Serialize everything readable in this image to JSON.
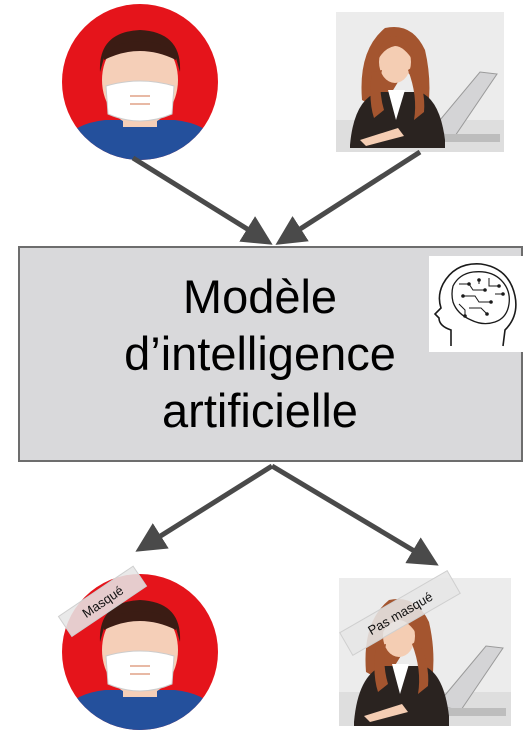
{
  "model": {
    "line1": "Modèle",
    "line2": "d’intelligence",
    "line3": "artificielle"
  },
  "outputs": {
    "masked_label": "Masqué",
    "unmasked_label": "Pas masqué"
  },
  "colors": {
    "box_fill": "#d9d9db",
    "box_border": "#6d6d6d",
    "arrow": "#4a4a4a",
    "avatar_circle": "#e5141b",
    "shirt": "#24509c",
    "skin": "#f5cfb8",
    "hair": "#3b1c14",
    "mask": "#ffffff",
    "woman_hair": "#a4552f",
    "suit": "#2a2320"
  },
  "icons": {
    "masked_person": "masked-man-icon",
    "woman_laptop": "woman-laptop-icon",
    "ai_brain": "ai-brain-head-icon"
  }
}
